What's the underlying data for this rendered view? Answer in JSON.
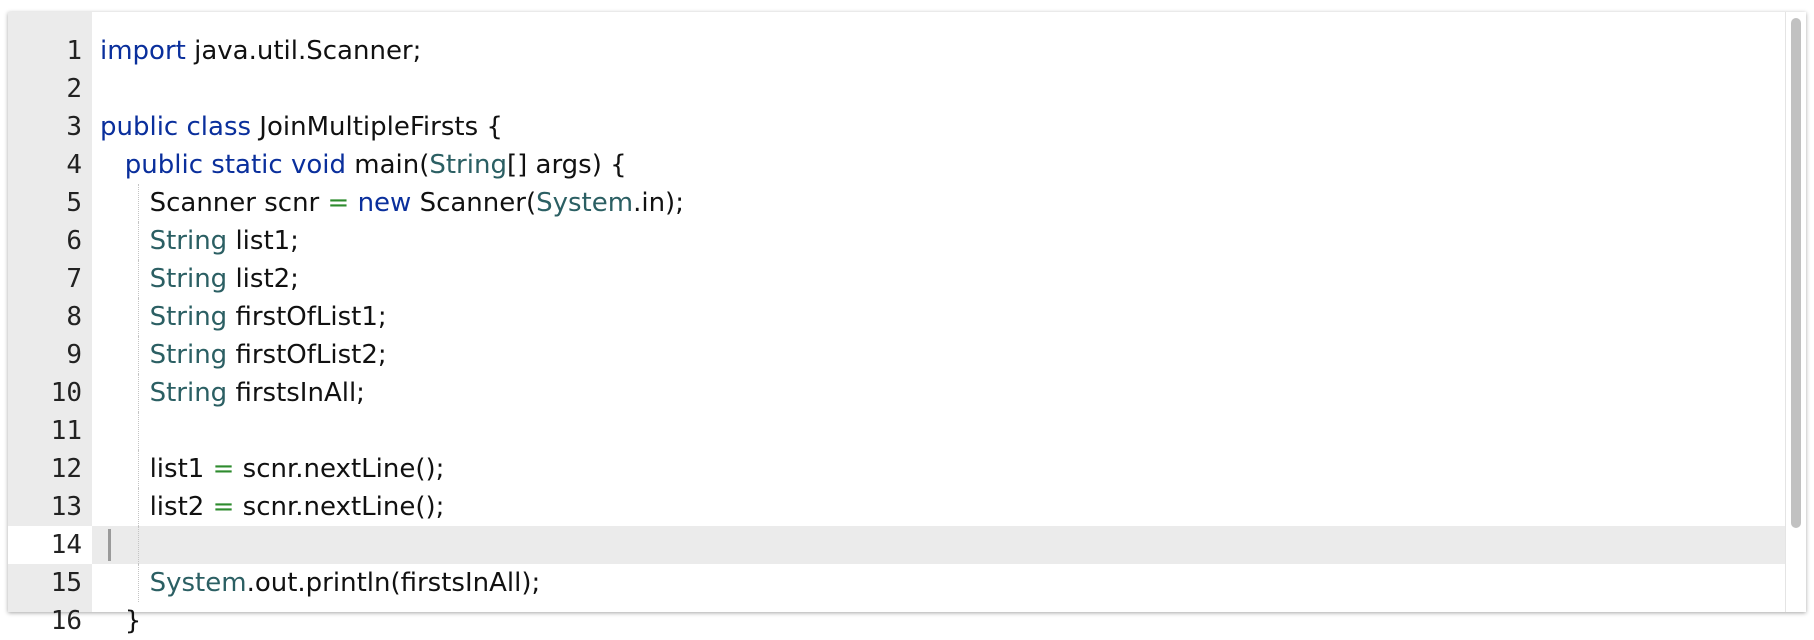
{
  "editor": {
    "language": "java",
    "active_line": 14,
    "lines": [
      {
        "number": "1",
        "tokens": [
          {
            "t": "kw",
            "s": "import"
          },
          {
            "t": "plain",
            "s": " java.util.Scanner;"
          }
        ]
      },
      {
        "number": "2",
        "tokens": []
      },
      {
        "number": "3",
        "tokens": [
          {
            "t": "kw",
            "s": "public"
          },
          {
            "t": "plain",
            "s": " "
          },
          {
            "t": "kw",
            "s": "class"
          },
          {
            "t": "plain",
            "s": " JoinMultipleFirsts {"
          }
        ]
      },
      {
        "number": "4",
        "tokens": [
          {
            "t": "plain",
            "s": "   "
          },
          {
            "t": "kw",
            "s": "public"
          },
          {
            "t": "plain",
            "s": " "
          },
          {
            "t": "kw",
            "s": "static"
          },
          {
            "t": "plain",
            "s": " "
          },
          {
            "t": "kw",
            "s": "void"
          },
          {
            "t": "plain",
            "s": " main("
          },
          {
            "t": "ty",
            "s": "String"
          },
          {
            "t": "plain",
            "s": "[] args) {"
          }
        ]
      },
      {
        "number": "5",
        "tokens": [
          {
            "t": "plain",
            "s": "      Scanner scnr "
          },
          {
            "t": "op",
            "s": "="
          },
          {
            "t": "plain",
            "s": " "
          },
          {
            "t": "kw",
            "s": "new"
          },
          {
            "t": "plain",
            "s": " Scanner("
          },
          {
            "t": "ty",
            "s": "System"
          },
          {
            "t": "plain",
            "s": ".in);"
          }
        ]
      },
      {
        "number": "6",
        "tokens": [
          {
            "t": "plain",
            "s": "      "
          },
          {
            "t": "ty",
            "s": "String"
          },
          {
            "t": "plain",
            "s": " list1;"
          }
        ]
      },
      {
        "number": "7",
        "tokens": [
          {
            "t": "plain",
            "s": "      "
          },
          {
            "t": "ty",
            "s": "String"
          },
          {
            "t": "plain",
            "s": " list2;"
          }
        ]
      },
      {
        "number": "8",
        "tokens": [
          {
            "t": "plain",
            "s": "      "
          },
          {
            "t": "ty",
            "s": "String"
          },
          {
            "t": "plain",
            "s": " firstOfList1;"
          }
        ]
      },
      {
        "number": "9",
        "tokens": [
          {
            "t": "plain",
            "s": "      "
          },
          {
            "t": "ty",
            "s": "String"
          },
          {
            "t": "plain",
            "s": " firstOfList2;"
          }
        ]
      },
      {
        "number": "10",
        "tokens": [
          {
            "t": "plain",
            "s": "      "
          },
          {
            "t": "ty",
            "s": "String"
          },
          {
            "t": "plain",
            "s": " firstsInAll;"
          }
        ]
      },
      {
        "number": "11",
        "tokens": []
      },
      {
        "number": "12",
        "tokens": [
          {
            "t": "plain",
            "s": "      list1 "
          },
          {
            "t": "op",
            "s": "="
          },
          {
            "t": "plain",
            "s": " scnr.nextLine();"
          }
        ]
      },
      {
        "number": "13",
        "tokens": [
          {
            "t": "plain",
            "s": "      list2 "
          },
          {
            "t": "op",
            "s": "="
          },
          {
            "t": "plain",
            "s": " scnr.nextLine();"
          }
        ]
      },
      {
        "number": "14",
        "tokens": []
      },
      {
        "number": "15",
        "tokens": [
          {
            "t": "plain",
            "s": "      "
          },
          {
            "t": "ty",
            "s": "System"
          },
          {
            "t": "plain",
            "s": ".out.println(firstsInAll);"
          }
        ]
      },
      {
        "number": "16",
        "tokens": [
          {
            "t": "plain",
            "s": "   }"
          }
        ]
      }
    ]
  },
  "colors": {
    "keyword": "#0a2f9c",
    "type": "#2b5f63",
    "operator": "#2e8b2e",
    "gutter_bg": "#ebebeb",
    "active_line_bg": "#ebebeb"
  }
}
